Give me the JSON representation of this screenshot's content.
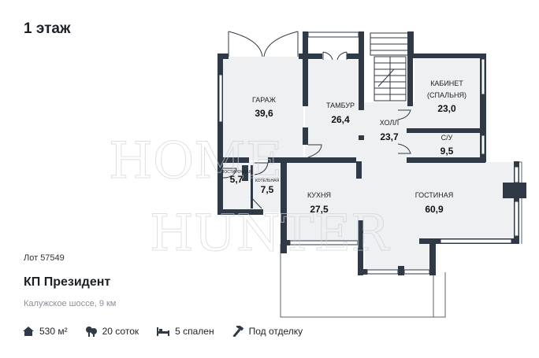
{
  "floor_title": "1 этаж",
  "lot": "Лот 57549",
  "project": "КП Президент",
  "address": "Калужское шоссе, 9 км",
  "specs": {
    "area": "530 м²",
    "land": "20 соток",
    "bedrooms": "5 спален",
    "finish": "Под отделку"
  },
  "watermark": {
    "line1": "HOME",
    "line2": "HUNTER"
  },
  "rooms": {
    "garage": {
      "label": "ГАРАЖ",
      "area": "39,6"
    },
    "vestibule": {
      "label": "ТАМБУР",
      "area": "26,4"
    },
    "study": {
      "label1": "КАБИНЕТ",
      "label2": "(СПАЛЬНЯ)",
      "area": "23,0"
    },
    "hall": {
      "label": "ХОЛЛ",
      "area": "23,7"
    },
    "bath": {
      "label": "С/У",
      "area": "9,5"
    },
    "laundry": {
      "label": "ПОСТИРОЧНАЯ",
      "area": "5,7"
    },
    "boiler": {
      "label": "КОТЕЛЬНАЯ",
      "area": "7,5"
    },
    "kitchen": {
      "label": "КУХНЯ",
      "area": "27,5"
    },
    "living": {
      "label": "ГОСТИНАЯ",
      "area": "60,9"
    }
  },
  "colors": {
    "wall": "#2f3a46",
    "floor": "#eef0f2",
    "text": "#1d2126"
  }
}
